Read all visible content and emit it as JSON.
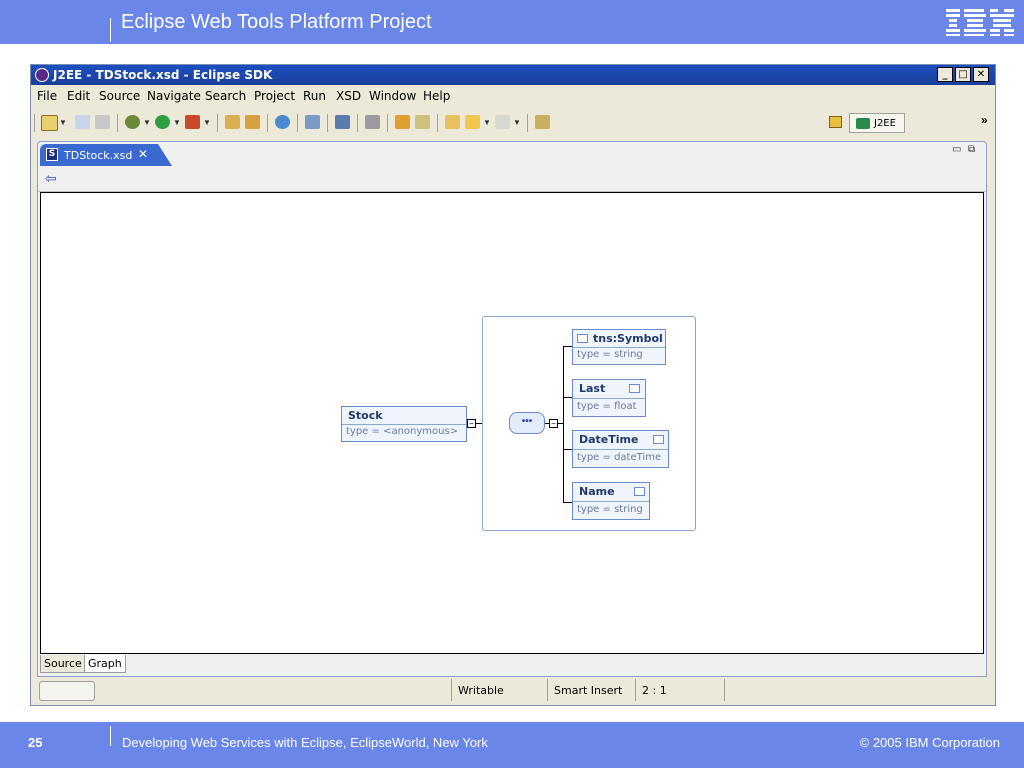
{
  "slide": {
    "title": "Eclipse Web Tools Platform Project",
    "logo_text": "IBM",
    "page_number": "25",
    "footer_subtitle": "Developing Web Services with Eclipse, EclipseWorld, New York",
    "copyright": "© 2005 IBM Corporation"
  },
  "window": {
    "title": "J2EE - TDStock.xsd - Eclipse SDK",
    "min_label": "_",
    "max_label": "□",
    "close_label": "✕"
  },
  "menu": {
    "file": "File",
    "edit": "Edit",
    "source": "Source",
    "navigate": "Navigate",
    "search": "Search",
    "project": "Project",
    "run": "Run",
    "xsd": "XSD",
    "window": "Window",
    "help": "Help"
  },
  "perspective": {
    "label": "J2EE",
    "more": "»"
  },
  "editor": {
    "tab_label": "TDStock.xsd",
    "tab_icon_letter": "S",
    "close_glyph": "✕",
    "back_glyph": "⇦",
    "minimize_glyph": "▭",
    "restore_glyph": "⧉",
    "bottom_tabs": [
      "Source",
      "Graph"
    ]
  },
  "diagram": {
    "root": {
      "name": "Stock",
      "type": "type = <anonymous>"
    },
    "sequence_glyph": "•••",
    "collapse_glyph": "−",
    "children": [
      {
        "name": "tns:Symbol",
        "type": "type = string"
      },
      {
        "name": "Last",
        "type": "type = float"
      },
      {
        "name": "DateTime",
        "type": "type = dateTime"
      },
      {
        "name": "Name",
        "type": "type = string"
      }
    ]
  },
  "status": {
    "writable": "Writable",
    "insert_mode": "Smart Insert",
    "position": "2 : 1"
  },
  "colors": {
    "slide_band": "#6a86e8",
    "titlebar": "#1d4fc0",
    "window_bg": "#ece9d8",
    "element_border": "#6a8ad0"
  }
}
